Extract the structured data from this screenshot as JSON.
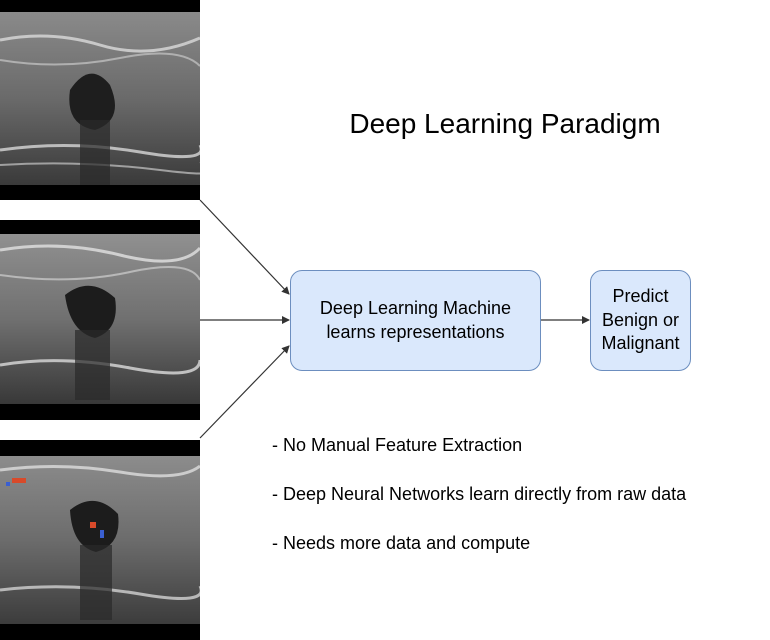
{
  "title": "Deep Learning Paradigm",
  "boxes": {
    "model": "Deep Learning Machine\nlearns representations",
    "output": "Predict\nBenign or\nMalignant"
  },
  "bullets": [
    "- No Manual Feature Extraction",
    "- Deep Neural Networks learn directly from raw data",
    "- Needs more data and compute"
  ],
  "colors": {
    "box_fill": "#dae8fc",
    "box_border": "#6c8ebf",
    "arrow": "#333333"
  }
}
